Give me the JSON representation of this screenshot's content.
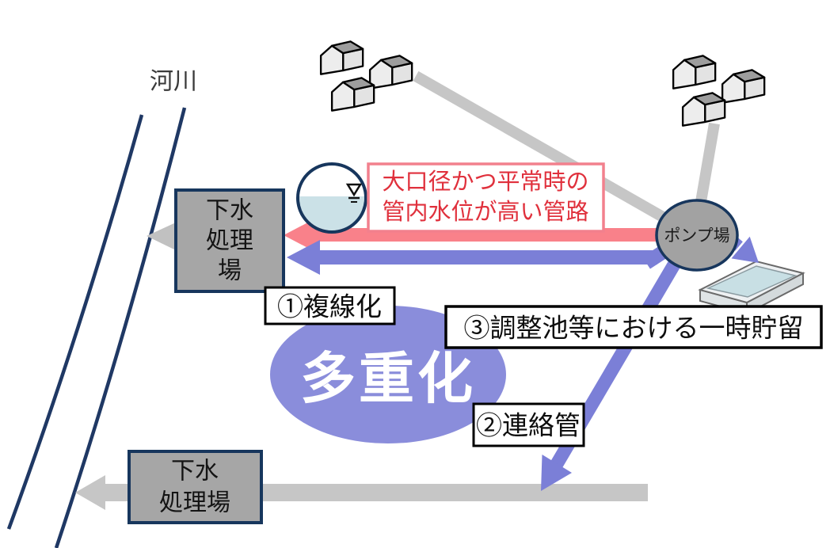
{
  "diagram": {
    "river_label": "河川",
    "plants": {
      "upper": {
        "lines": [
          "下水",
          "処理",
          "場"
        ]
      },
      "lower": {
        "lines": [
          "下水",
          "処理場"
        ]
      }
    },
    "pump_label": "ポンプ場",
    "red_note": {
      "lines": [
        "大口径かつ平常時の",
        "管内水位が高い管路"
      ]
    },
    "labels": {
      "duplication": "①複線化",
      "connecting_pipe": "②連絡管",
      "retention": "③調整池等における一時貯留"
    },
    "concept": "多重化",
    "colors": {
      "navy_border": "#17365D",
      "box_gray": "#A6A6A6",
      "pipe_gray": "#C6C6C6",
      "arrow_red": "#F9818A",
      "arrow_purple": "#7B7FD7",
      "ellipse_purple": "#8A8DDB",
      "note_red_text": "#E0303C",
      "note_red_border": "#F2808D",
      "water_blue": "#CBE1E7"
    }
  }
}
